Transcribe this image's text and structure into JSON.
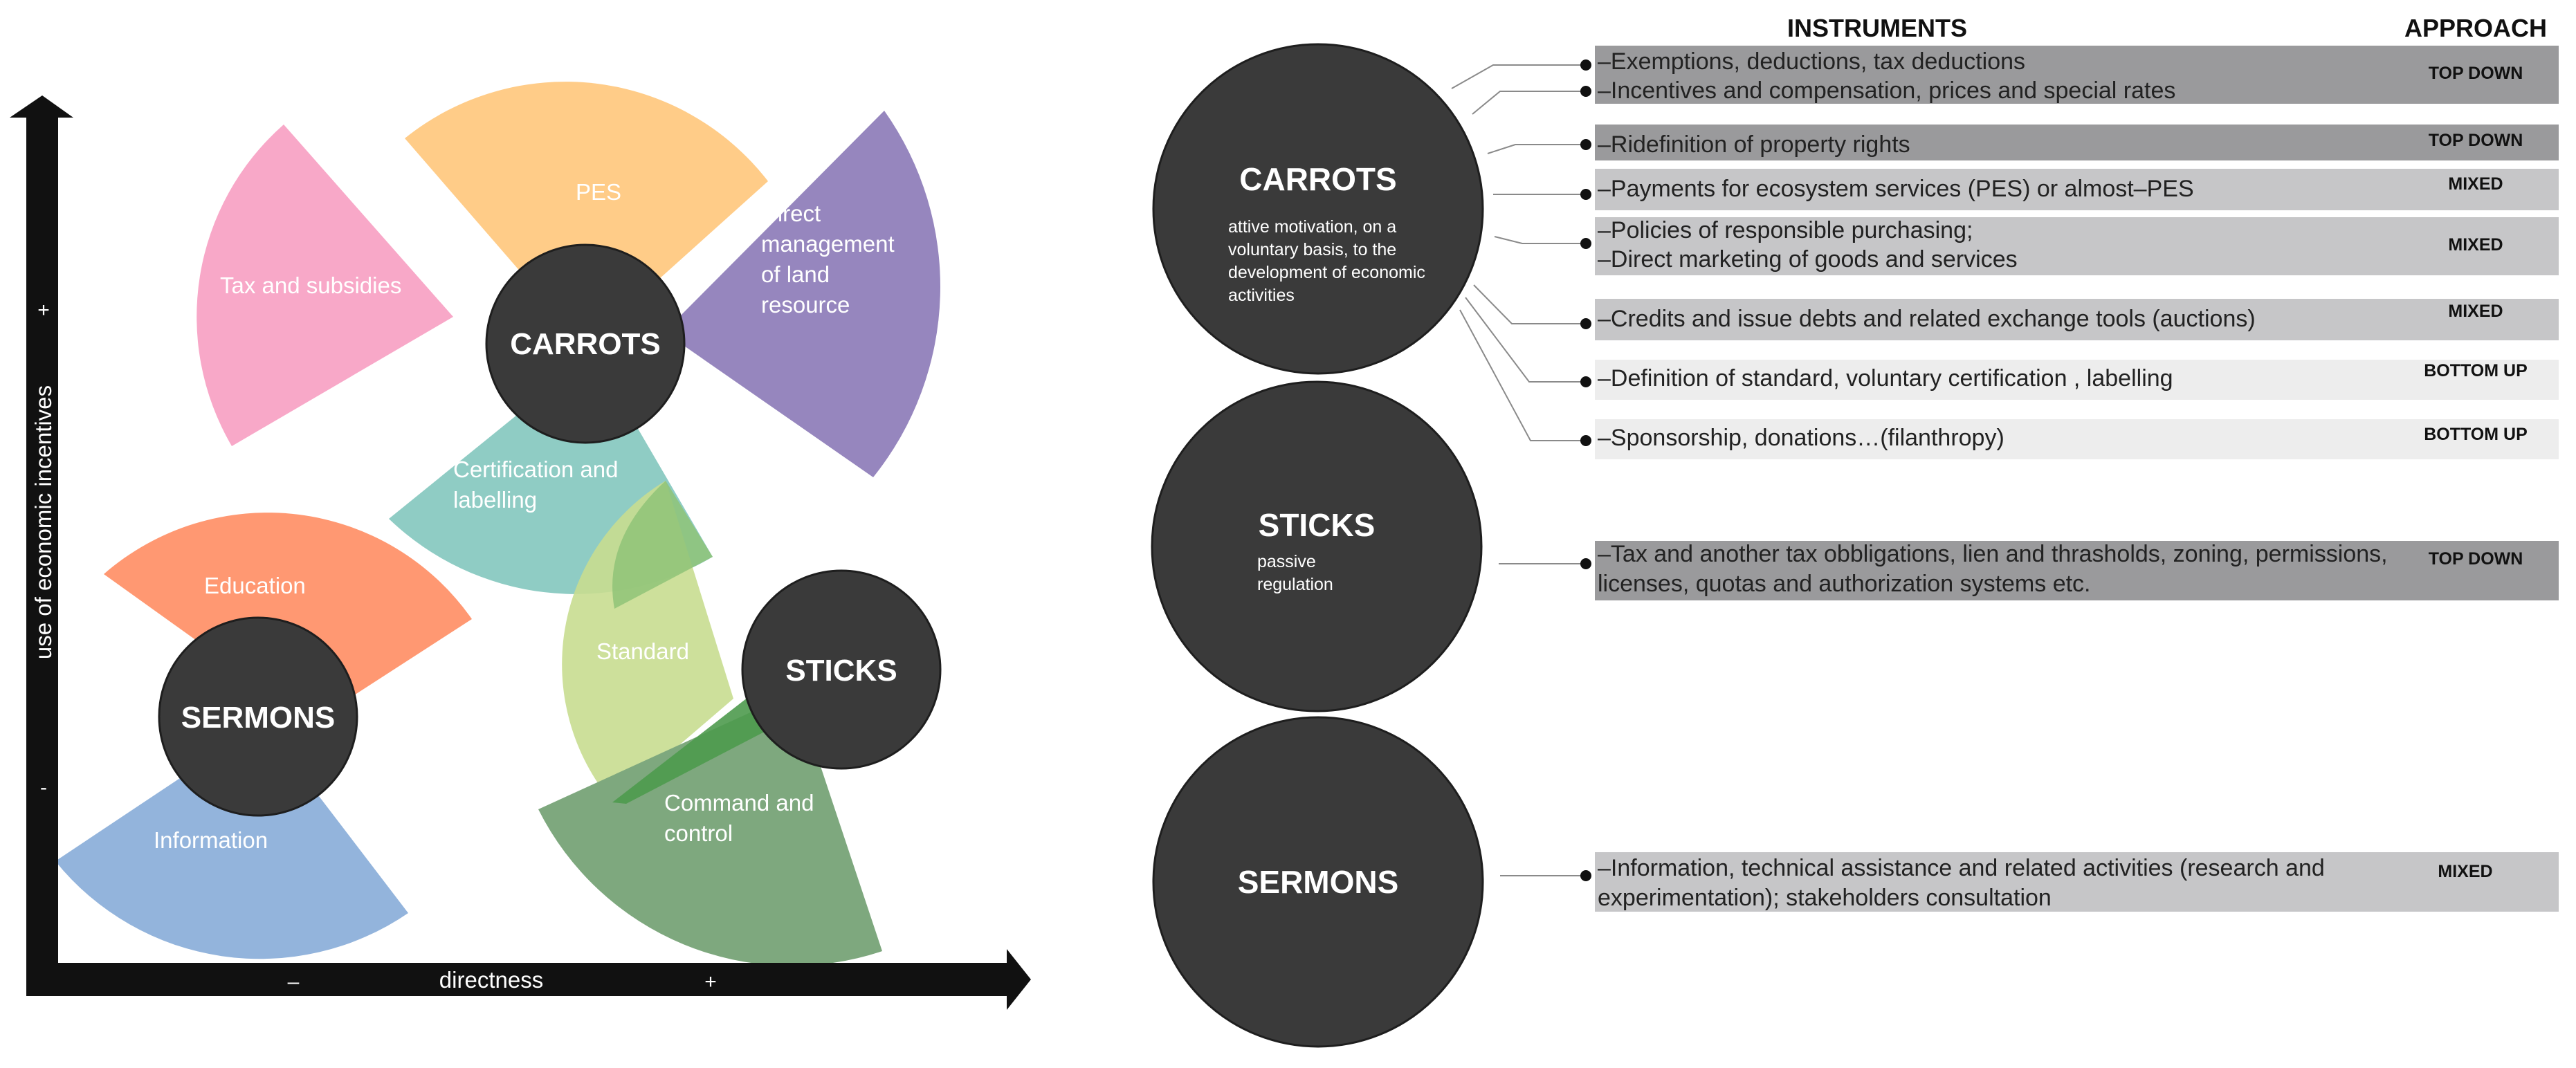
{
  "axes": {
    "y_label": "use of economic incentives",
    "y_plus": "+",
    "y_minus": "-",
    "x_label": "directness",
    "x_minus": "–",
    "x_plus": "+"
  },
  "left_diagram": {
    "circles": {
      "carrots": "CARROTS",
      "sticks": "STICKS",
      "sermons": "SERMONS"
    },
    "petals": {
      "pes": "PES",
      "tax": "Tax and subsidies",
      "direct": [
        "Direct",
        "management",
        "of land",
        "resource"
      ],
      "certification": [
        "Certification and",
        "labelling"
      ],
      "education": "Education",
      "information": "Information",
      "standard": "Standard",
      "command": [
        "Command and",
        "control"
      ]
    },
    "colors": {
      "pes": "#FFCC88",
      "tax": "#F8A8C8",
      "direct": "#9686BE",
      "certification": "#8FCCC4",
      "education": "#FF9872",
      "information": "#93B4DC",
      "standard": "#C8DD90",
      "command": "#7EA87E",
      "circle": "#3A3A3A"
    }
  },
  "right_panel": {
    "headers": {
      "instruments": "INSTRUMENTS",
      "approach": "APPROACH"
    },
    "carrots": {
      "title": "CARROTS",
      "subtitle": [
        "attive motivation, on a",
        "voluntary basis, to the",
        "development of economic",
        "activities"
      ]
    },
    "sticks": {
      "title": "STICKS",
      "subtitle": [
        "passive",
        "regulation"
      ]
    },
    "sermons": {
      "title": "SERMONS"
    },
    "rows": [
      {
        "lines": [
          "–Exemptions, deductions, tax deductions",
          "–Incentives and compensation, prices and special rates"
        ],
        "approach": "TOP DOWN"
      },
      {
        "lines": [
          "–Ridefinition of property rights"
        ],
        "approach": "TOP DOWN"
      },
      {
        "lines": [
          "–Payments for ecosystem services (PES) or almost–PES"
        ],
        "approach": "MIXED"
      },
      {
        "lines": [
          "–Policies of responsible purchasing;",
          "–Direct marketing of goods and services"
        ],
        "approach": "MIXED"
      },
      {
        "lines": [
          "–Credits and issue debts and related exchange tools (auctions)"
        ],
        "approach": "MIXED"
      },
      {
        "lines": [
          "–Definition of standard, voluntary certification , labelling"
        ],
        "approach": "BOTTOM UP"
      },
      {
        "lines": [
          "–Sponsorship, donations…(filanthropy)"
        ],
        "approach": "BOTTOM UP"
      },
      {
        "lines": [
          "–Tax and another tax obbligations, lien and thrasholds, zoning, permissions,",
          " licenses, quotas and authorization systems  etc."
        ],
        "approach": "TOP DOWN"
      },
      {
        "lines": [
          "–Information, technical assistance  and related activities (research and",
          " experimentation);  stakeholders consultation"
        ],
        "approach": "MIXED"
      }
    ],
    "row_colors": {
      "TOP DOWN": "#9A9A9C",
      "MIXED": "#C6C6C8",
      "BOTTOM UP": "#EDEDED"
    }
  }
}
